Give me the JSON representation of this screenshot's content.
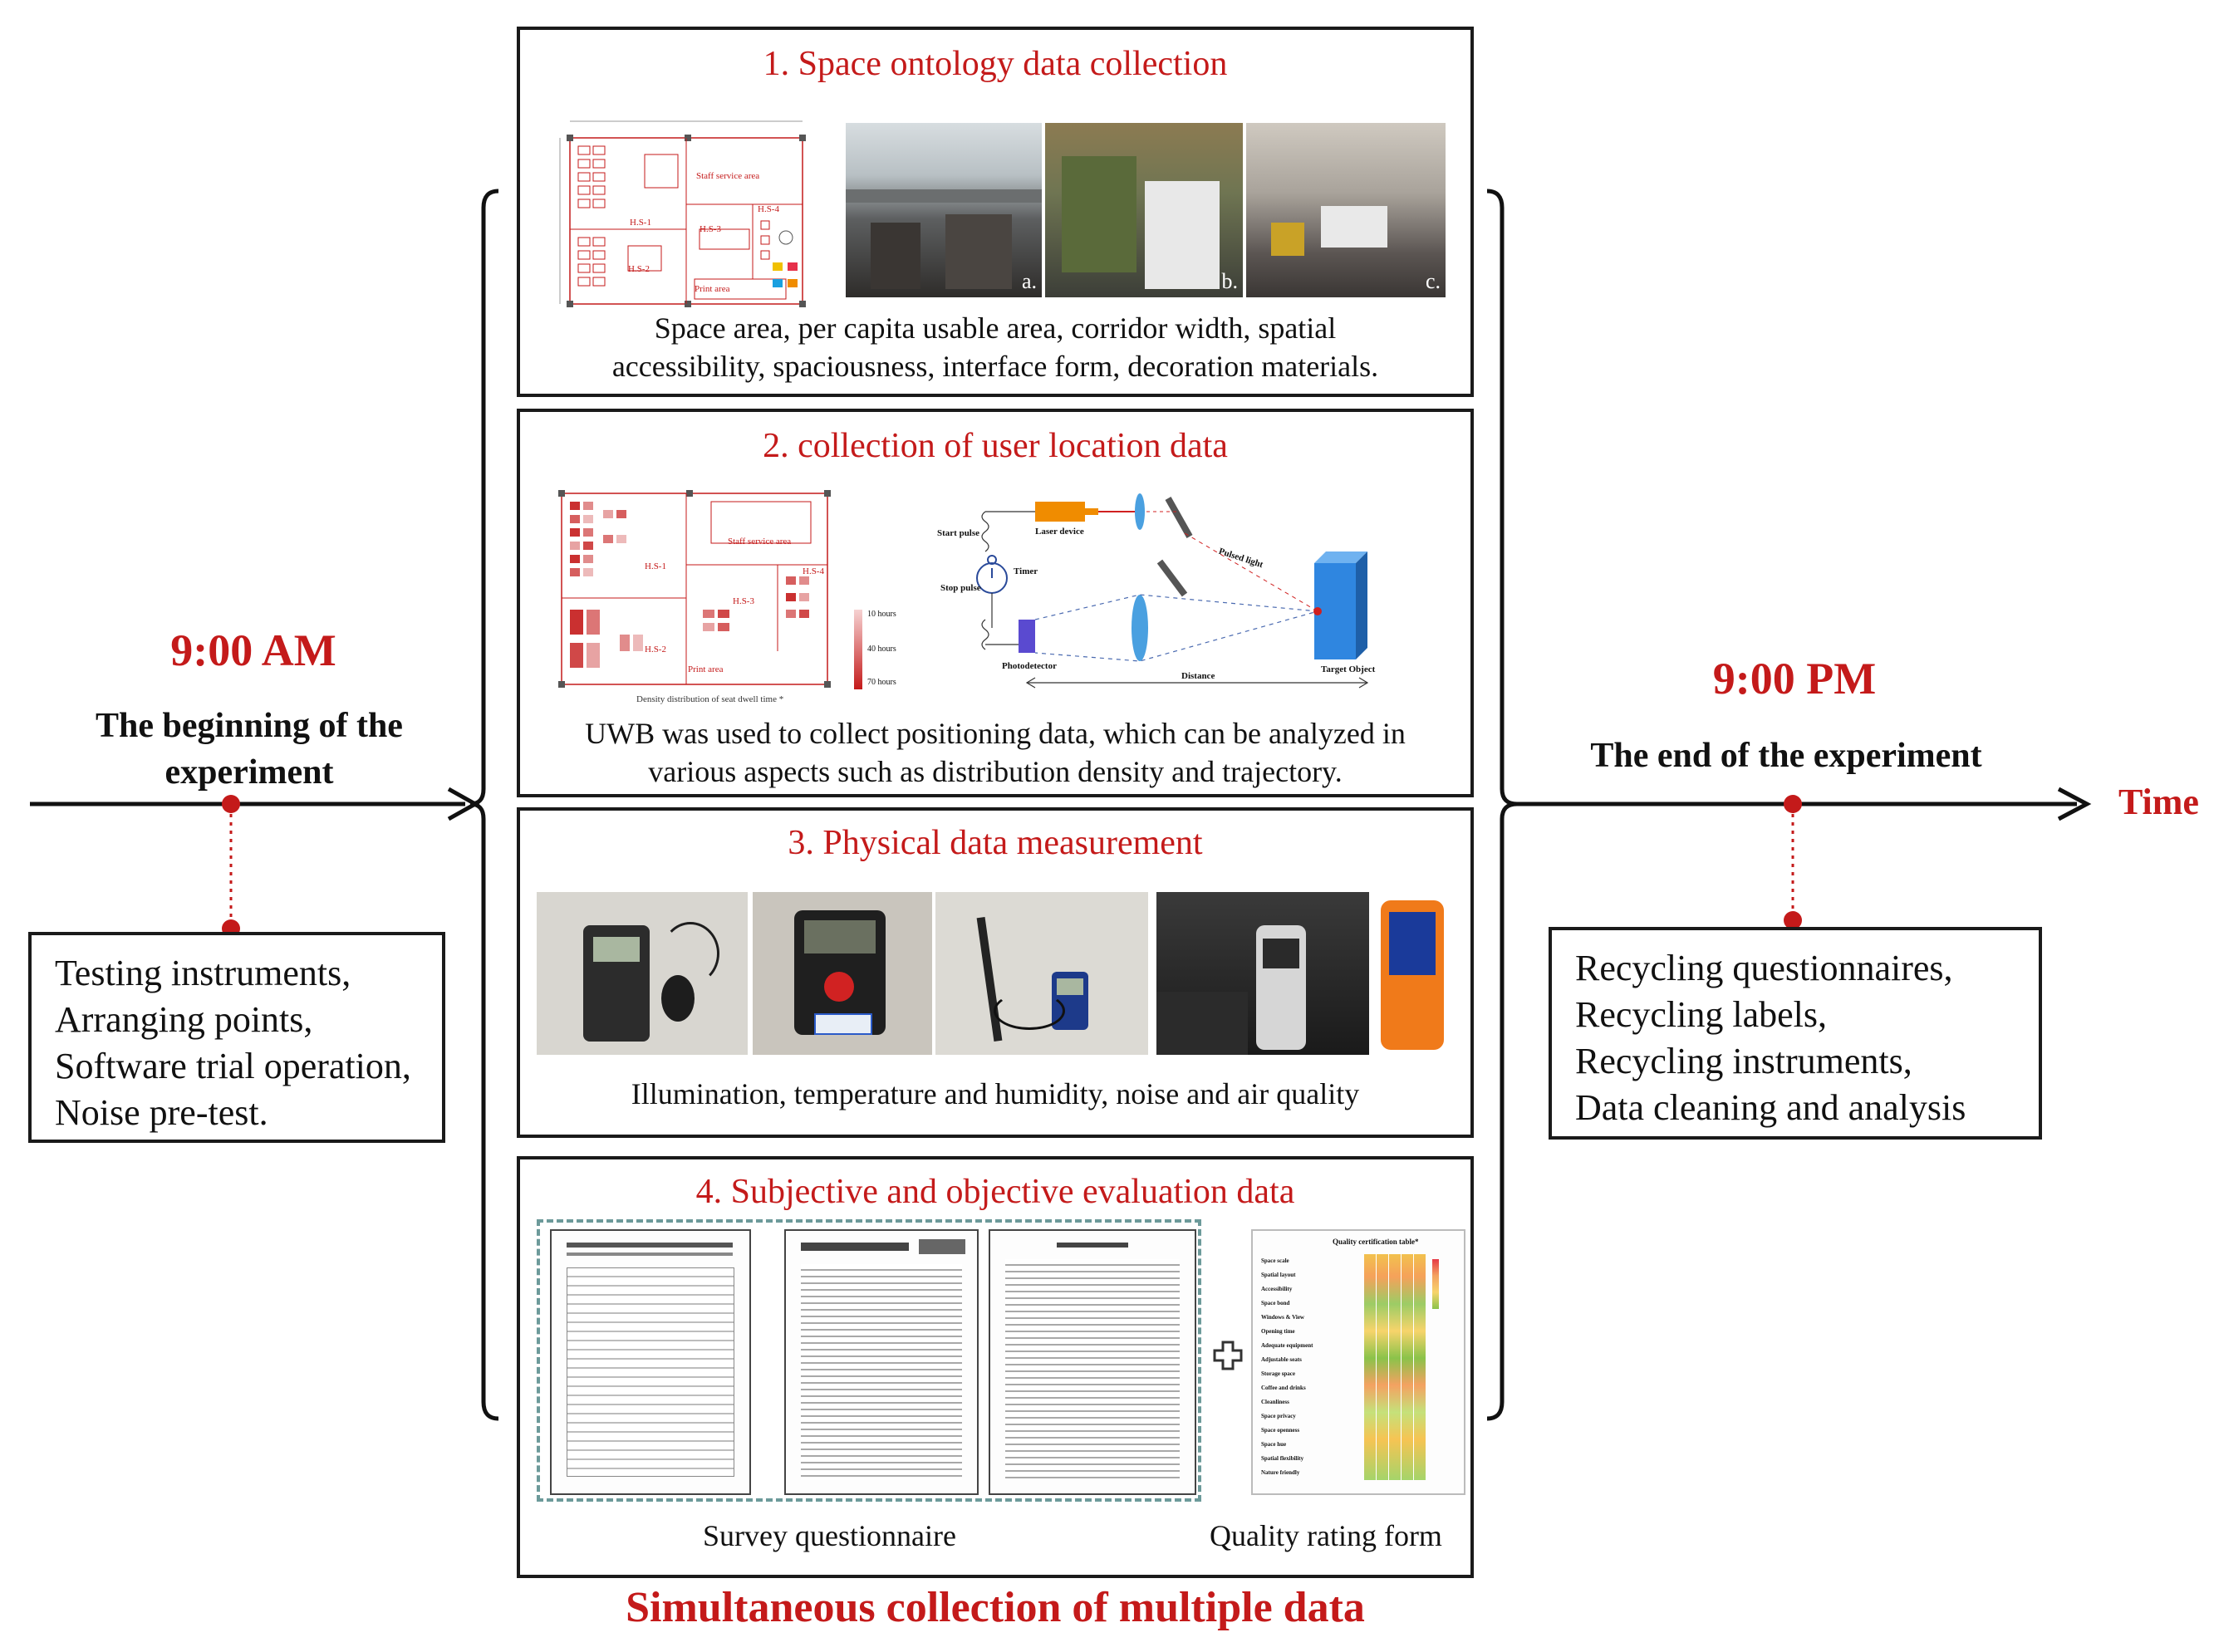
{
  "timeline": {
    "start_time": "9:00 AM",
    "start_caption_line1": "The beginning of the",
    "start_caption_line2": "experiment",
    "end_time": "9:00 PM",
    "end_caption": "The end of the experiment",
    "axis_label": "Time"
  },
  "pre_tasks": [
    "Testing instruments,",
    "Arranging points,",
    "Software trial operation,",
    "Noise pre-test."
  ],
  "post_tasks": [
    "Recycling questionnaires,",
    "Recycling labels,",
    "Recycling instruments,",
    "Data cleaning and analysis"
  ],
  "panels": [
    {
      "title": "1. Space ontology data collection",
      "desc_line1": "Space area, per capita usable area, corridor width, spatial",
      "desc_line2": "accessibility, spaciousness, interface form,  decoration materials.",
      "floor_labels": [
        "Staff service area",
        "H.S-1",
        "H.S-3",
        "H.S-4",
        "H.S-2",
        "Print area"
      ],
      "photo_labels": [
        "a.",
        "b.",
        "c."
      ]
    },
    {
      "title": "2. collection of user location data",
      "desc_line1": "UWB was used to collect positioning data, which can be analyzed in",
      "desc_line2": "various aspects such as distribution density and trajectory.",
      "map_labels": [
        "Staff service area",
        "H.S-1",
        "H.S-3",
        "H.S-4",
        "H.S-2",
        "Print area"
      ],
      "map_caption": "Density distribution of seat dwell time *",
      "density_legend": [
        "10 hours",
        "40 hours",
        "70 hours"
      ],
      "lidar_labels": {
        "start_pulse": "Start pulse",
        "laser": "Laser device",
        "timer": "Timer",
        "stop_pulse": "Stop pulse",
        "pulsed_light": "Pulsed light",
        "photodetector": "Photodetector",
        "target": "Target Object",
        "distance": "Distance"
      }
    },
    {
      "title": "3. Physical data measurement",
      "desc": "Illumination, temperature and humidity, noise and air quality"
    },
    {
      "title": "4. Subjective and objective evaluation data",
      "label_left": "Survey questionnaire",
      "label_right": "Quality rating form",
      "rating_table_title": "Quality certification table*",
      "rating_rows": [
        "Space scale",
        "Spatial layout",
        "Accessibility",
        "Space bond",
        "Windows & View",
        "Opening time",
        "Adequate equipment",
        "Adjustable seats",
        "Storage space",
        "Coffee and drinks",
        "Cleanliness",
        "Space privacy",
        "Space openness",
        "Space hue",
        "Spatial flexibility",
        "Nature friendly"
      ]
    }
  ],
  "bottom_title": "Simultaneous collection of multiple data",
  "colors": {
    "accent_red": "#c41a1a",
    "ink": "#1a1a1a"
  }
}
